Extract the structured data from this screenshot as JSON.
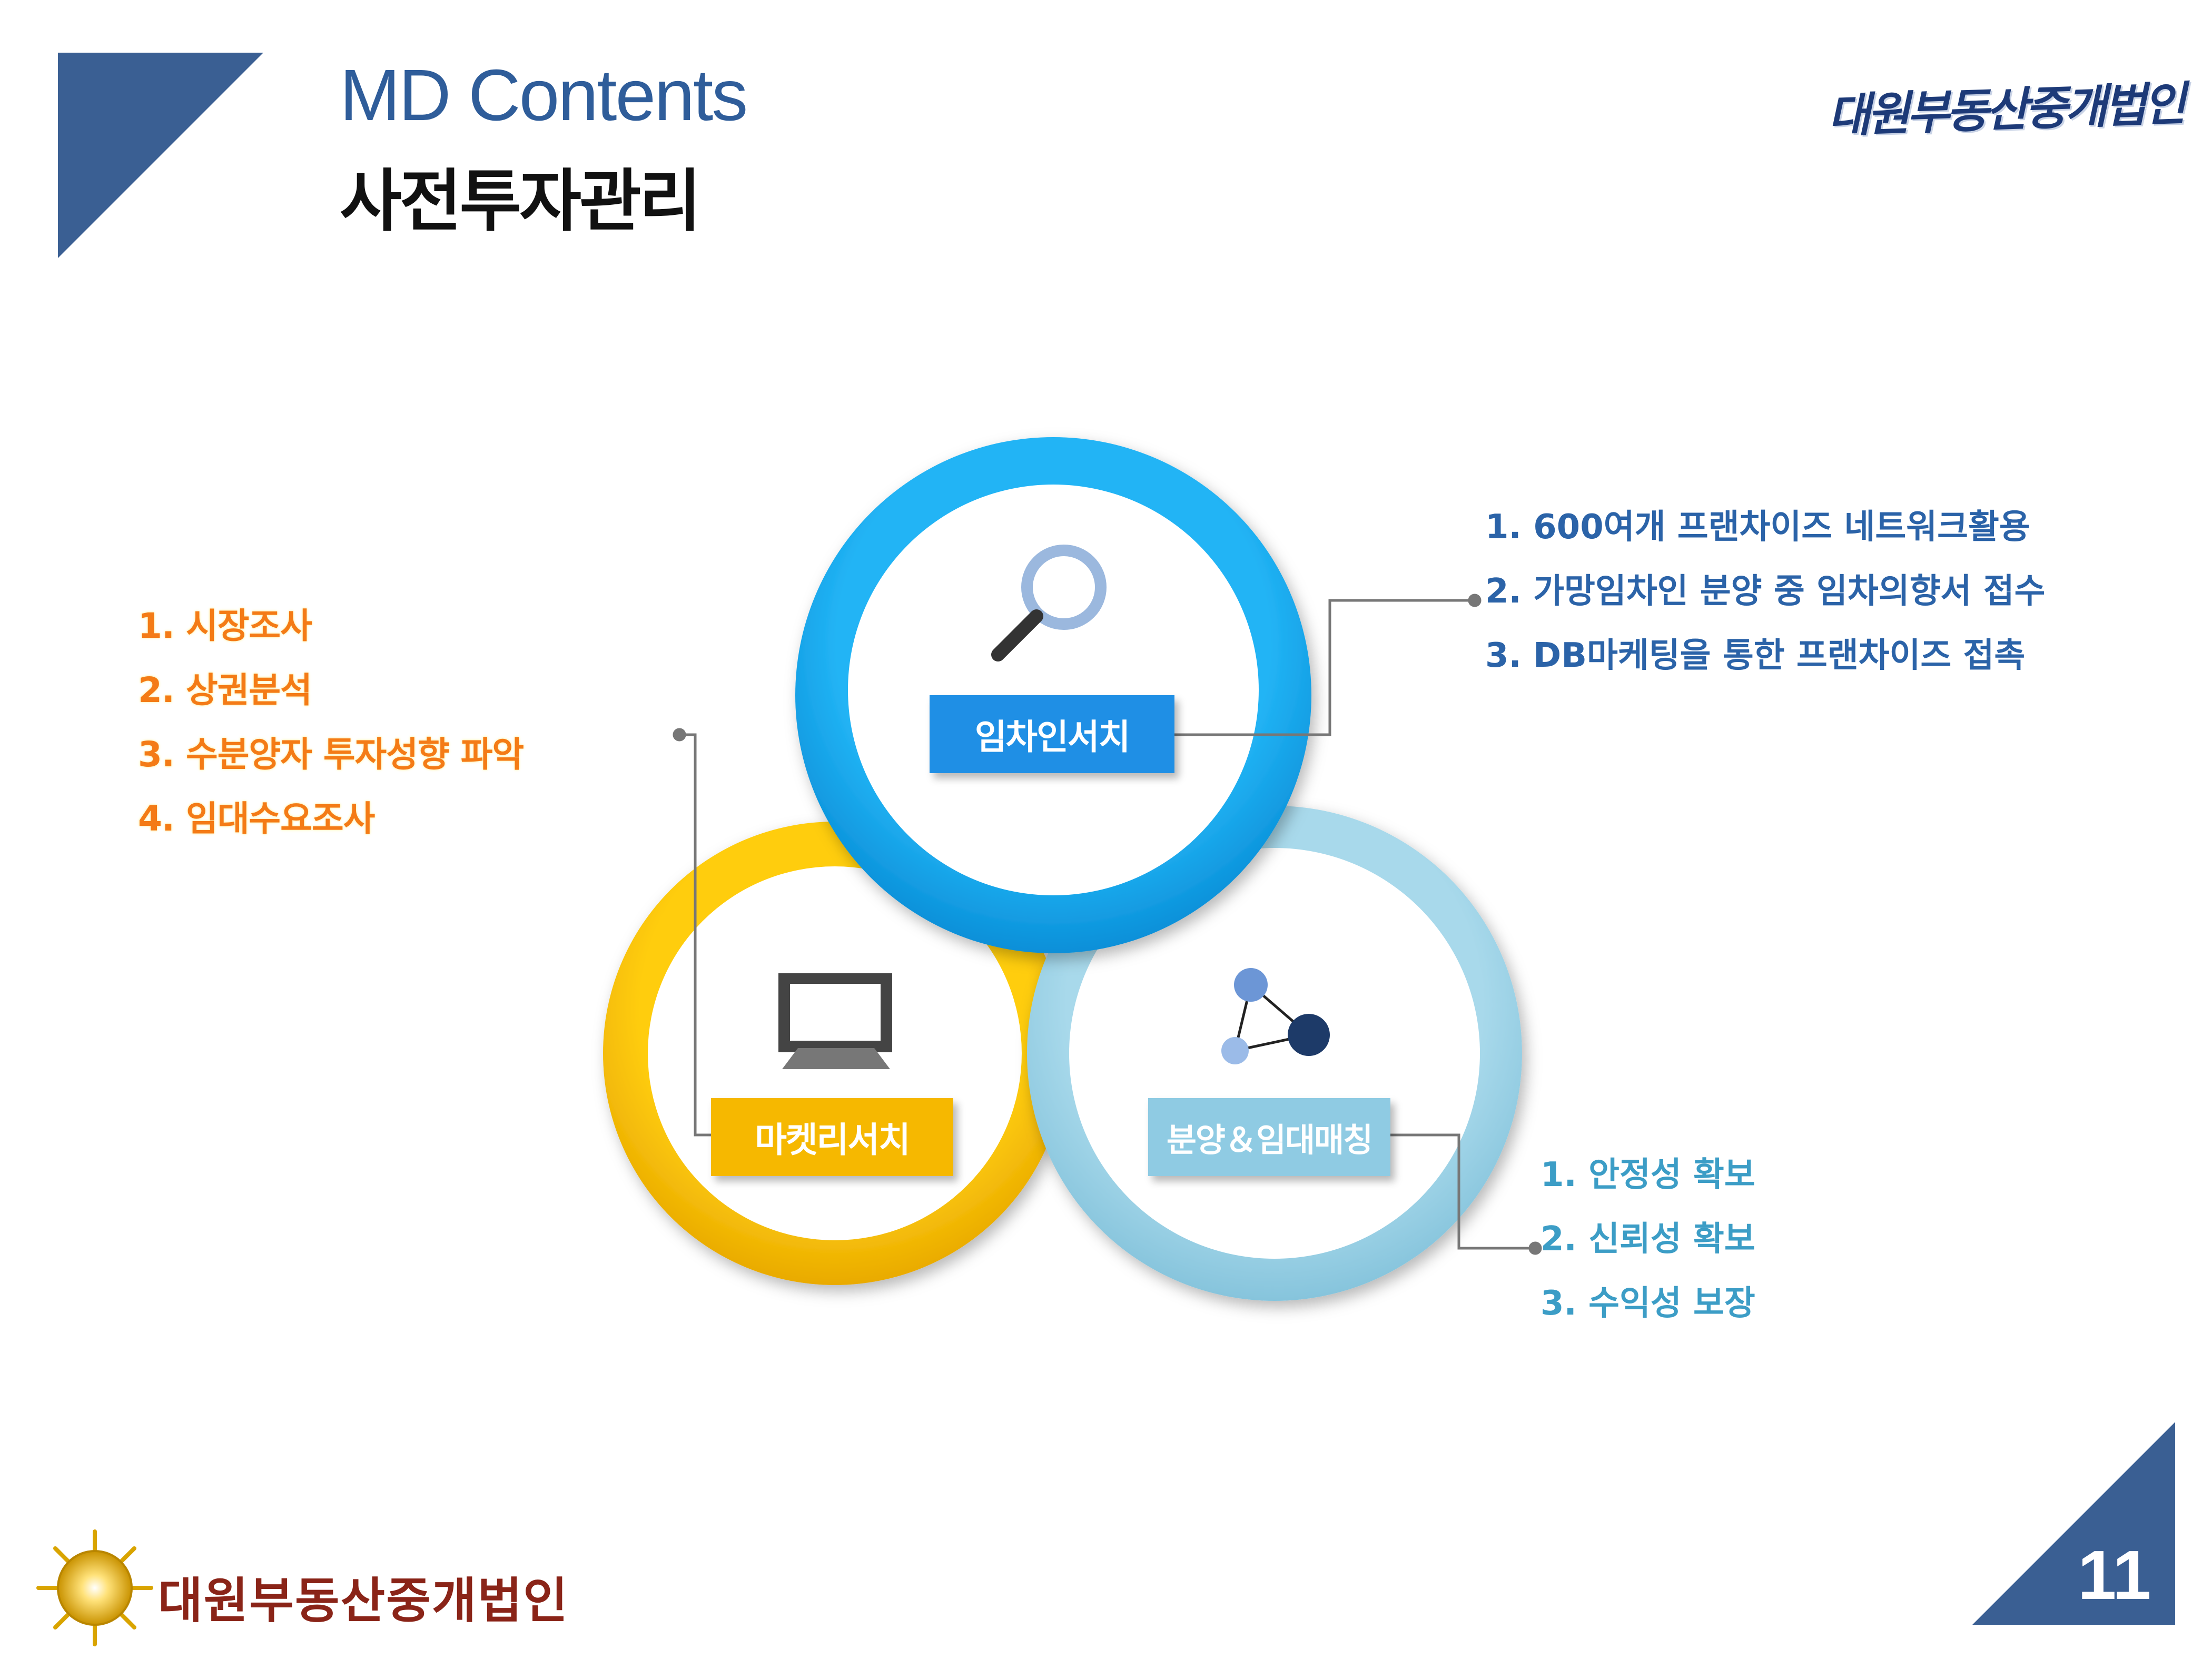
{
  "header": {
    "title_en": "MD Contents",
    "title_ko": "사전투자관리",
    "logo_text": "대원부동산중개법인"
  },
  "diagram": {
    "circles": [
      {
        "label": "임차인서치",
        "color": "#1aa9f0",
        "icon": "magnifier-icon"
      },
      {
        "label": "마켓리서치",
        "color": "#f6c200",
        "icon": "monitor-icon"
      },
      {
        "label": "분양＆임대매칭",
        "color": "#9fd3e6",
        "icon": "network-icon"
      }
    ],
    "lists": {
      "left": [
        "1. 시장조사",
        "2. 상권분석",
        "3. 수분양자 투자성향 파악",
        "4. 임대수요조사"
      ],
      "right": [
        "1. 600여개 프랜차이즈 네트워크활용",
        "2. 가망임차인 분양 중 임차의향서 접수",
        "3. DB마케팅을 통한 프랜차이즈 접촉"
      ],
      "bottom": [
        "1. 안정성 확보",
        "2. 신뢰성 확보",
        "3. 수익성 보장"
      ]
    }
  },
  "footer": {
    "company_name": "대원부동산중개법인",
    "page_number": "11"
  },
  "colors": {
    "navy": "#3a5f93",
    "blue": "#1aa9f0",
    "yellow": "#f6c200",
    "light_blue": "#9fd3e6",
    "orange": "#f47b16"
  }
}
